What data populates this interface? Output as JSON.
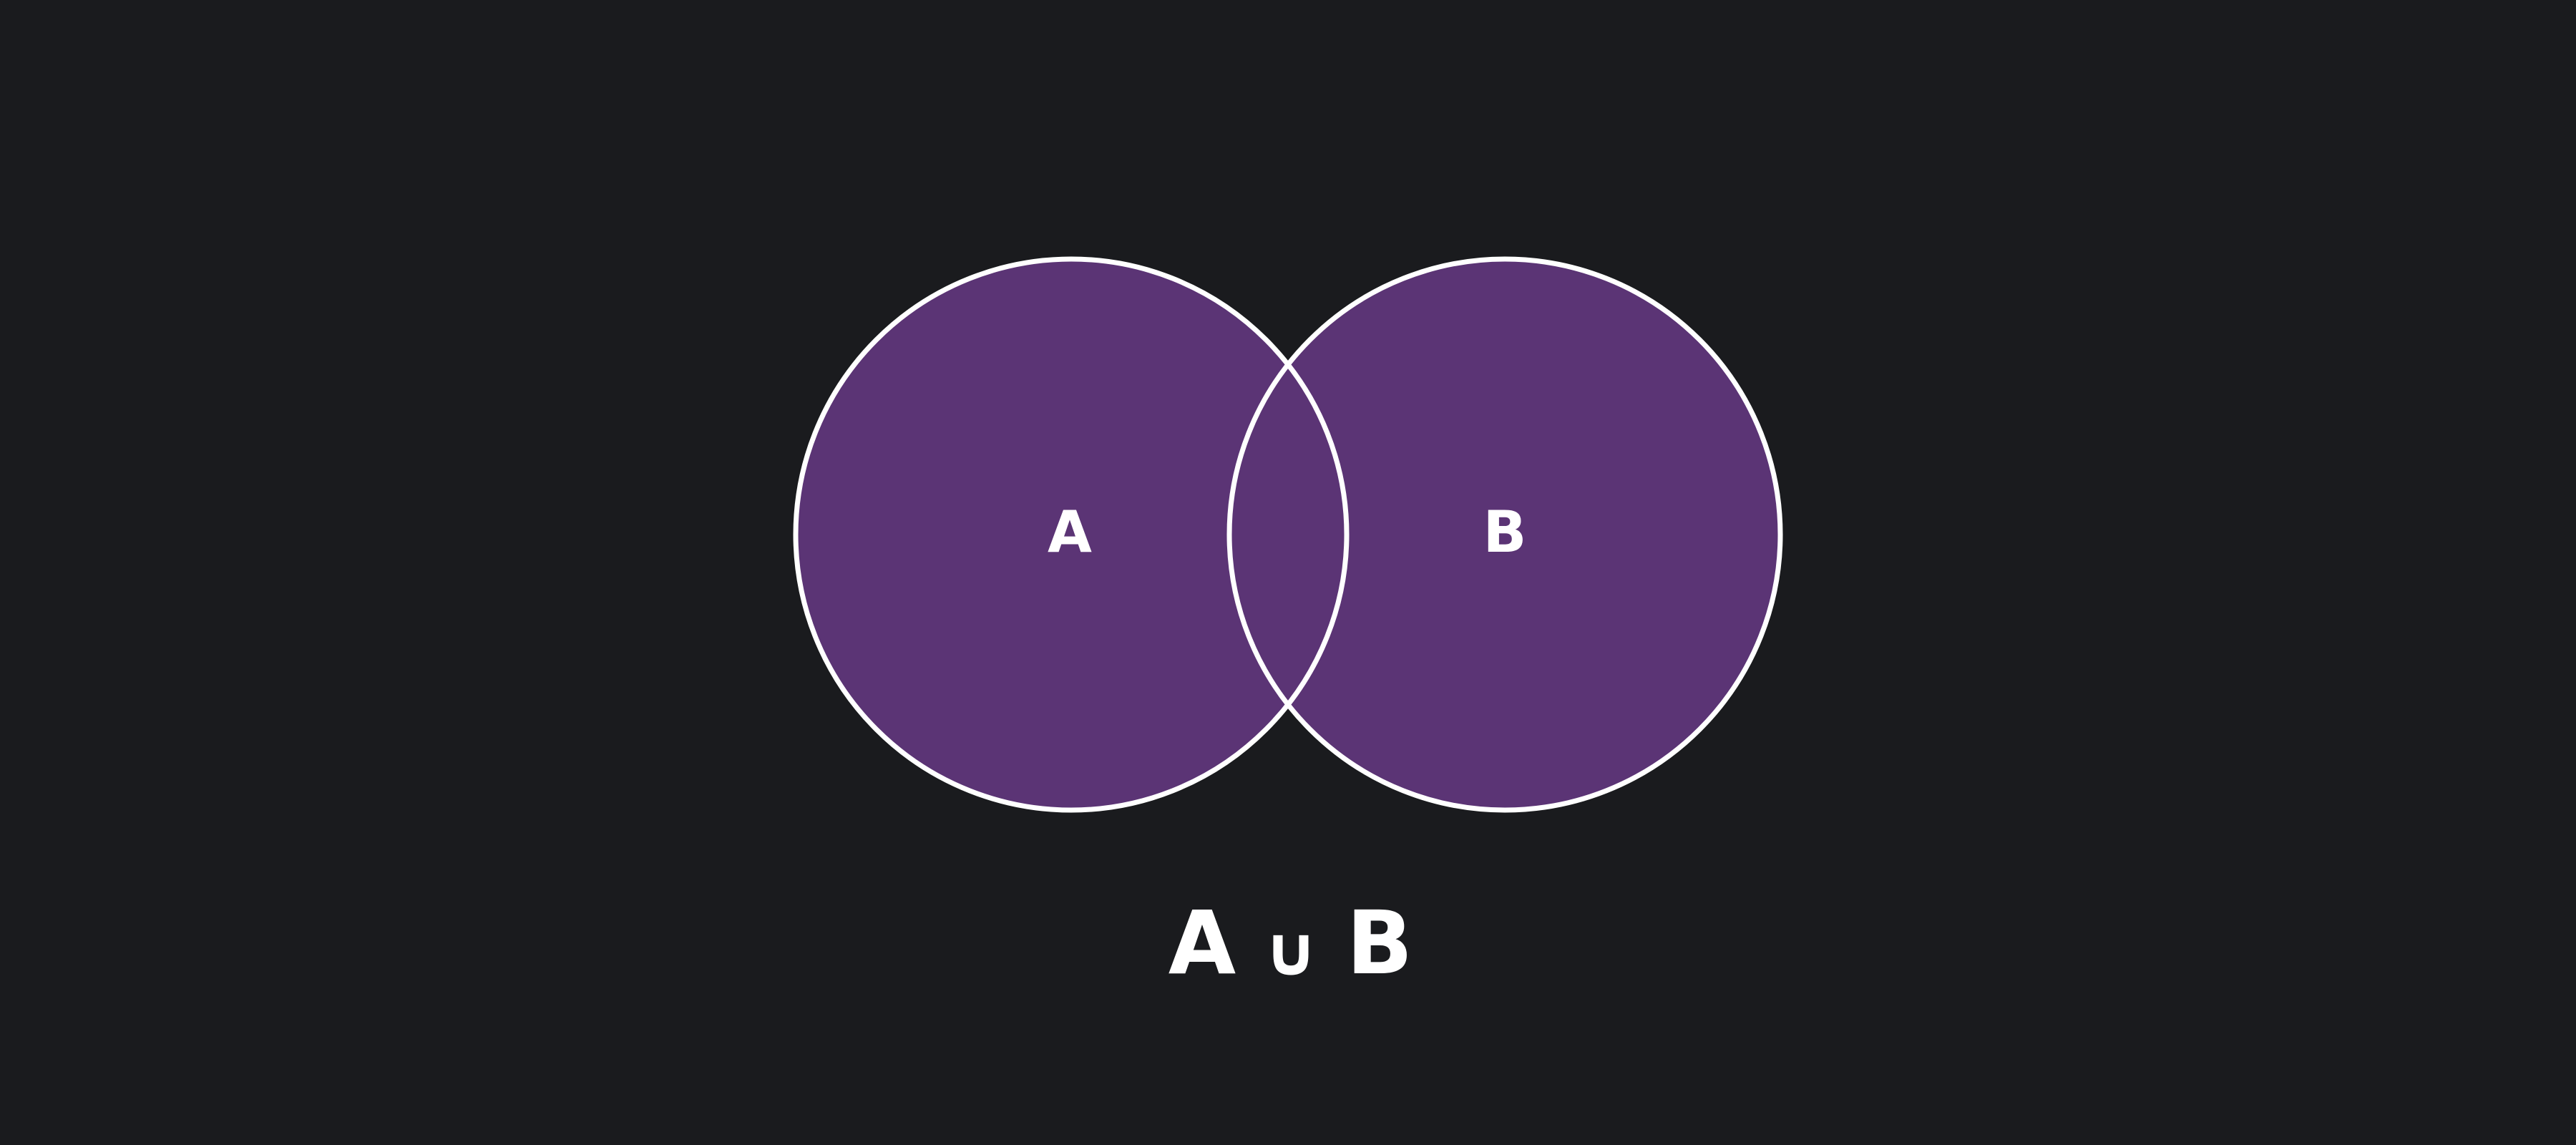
{
  "diagram": {
    "type": "venn",
    "operation": "union",
    "sets": [
      {
        "label": "A"
      },
      {
        "label": "B"
      }
    ],
    "expression": {
      "left": "A",
      "operator": "∪",
      "right": "B"
    },
    "colors": {
      "background": "#1a1b1e",
      "fill": "#5b3475",
      "stroke": "#ffffff",
      "text": "#ffffff"
    }
  }
}
